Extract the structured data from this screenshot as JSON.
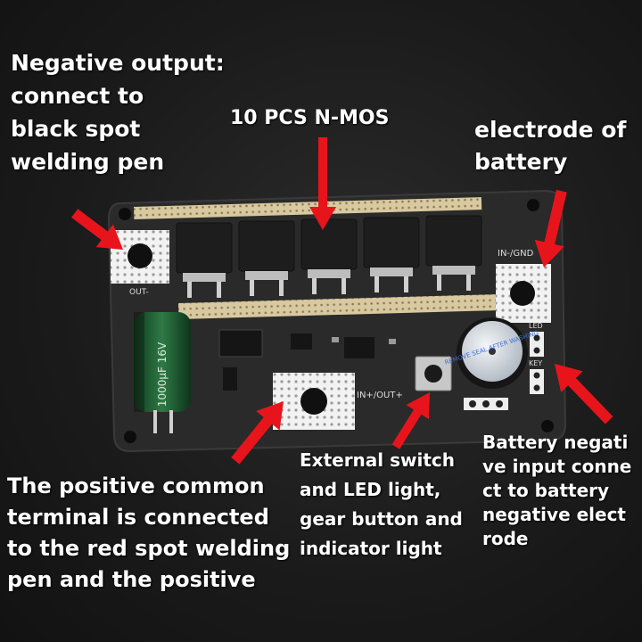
{
  "labels": {
    "negative_output": "Negative output:\nconnect to\nblack spot\nwelding pen",
    "nmos": "10 PCS N-MOS",
    "electrode": "electrode of\nbattery",
    "positive_common": "The positive common\nterminal is connected\nto the red spot welding\npen and the positive",
    "external_switch": "External switch\nand LED light,\ngear button and\nindicator light",
    "battery_negative": "Battery negati\nve input conne\nct to battery\nnegative elect\nrode"
  },
  "board": {
    "out_label": "OUT-",
    "in_gnd_label": "IN-/GND",
    "in_out_plus_label": "IN+/OUT+",
    "led_label": "LED",
    "key_label": "KEY",
    "buzzer_text": "REMOVE SEAL AFTER WASHING",
    "capacitor_text": "1000µF 16V"
  },
  "colors": {
    "arrow": "#e8141c",
    "board": "#2b2b2b",
    "pad": "#f0f0f0",
    "text": "#ffffff"
  }
}
